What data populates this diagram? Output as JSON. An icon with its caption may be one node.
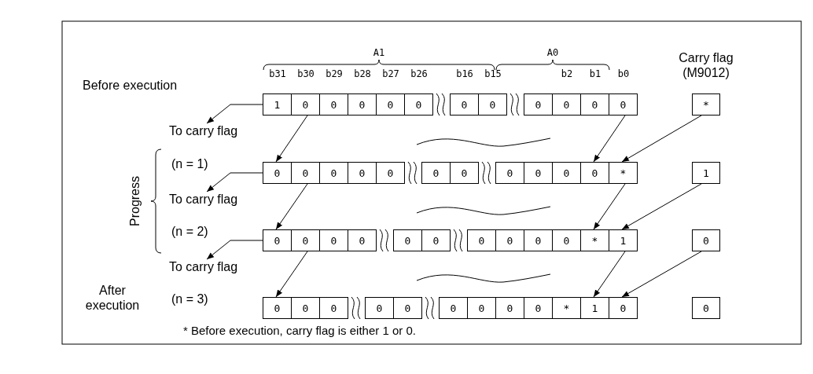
{
  "diagram": {
    "nodes": [
      {
        "text": [
          "1"
        ]
      },
      {
        "text": [
          "0"
        ]
      },
      {
        "text": [
          "0"
        ]
      },
      {
        "text": [
          "0"
        ]
      },
      {
        "text": [
          "0"
        ]
      },
      {
        "text": [
          "0"
        ]
      },
      {
        "text": [
          "0"
        ]
      },
      {
        "text": [
          "0"
        ]
      },
      {
        "text": [
          "0"
        ]
      },
      {
        "text": [
          "0"
        ]
      },
      {
        "text": [
          "0"
        ]
      },
      {
        "text": [
          "0"
        ]
      },
      {
        "text": [
          "*"
        ]
      },
      {
        "text": [
          "To carry flag"
        ]
      },
      {
        "text": [
          "0"
        ]
      },
      {
        "text": [
          "0"
        ]
      },
      {
        "text": [
          "0"
        ]
      },
      {
        "text": [
          "0"
        ]
      },
      {
        "text": [
          "0"
        ]
      },
      {
        "text": [
          "0"
        ]
      },
      {
        "text": [
          "0"
        ]
      },
      {
        "text": [
          "0"
        ]
      },
      {
        "text": [
          "0"
        ]
      },
      {
        "text": [
          "0"
        ]
      },
      {
        "text": [
          "0"
        ]
      },
      {
        "text": [
          "*"
        ]
      },
      {
        "text": [
          "1"
        ]
      },
      {
        "text": [
          "To carry flag"
        ]
      },
      {
        "text": [
          "0"
        ]
      },
      {
        "text": [
          "0"
        ]
      },
      {
        "text": [
          "0"
        ]
      },
      {
        "text": [
          "0"
        ]
      },
      {
        "text": [
          "0"
        ]
      },
      {
        "text": [
          "0"
        ]
      },
      {
        "text": [
          "0"
        ]
      },
      {
        "text": [
          "0"
        ]
      },
      {
        "text": [
          "0"
        ]
      },
      {
        "text": [
          "0"
        ]
      },
      {
        "text": [
          "*"
        ]
      },
      {
        "text": [
          "1"
        ]
      },
      {
        "text": [
          "0"
        ]
      },
      {
        "text": [
          "To carry flag"
        ]
      },
      {
        "text": [
          "0"
        ]
      },
      {
        "text": [
          "0"
        ]
      },
      {
        "text": [
          "0"
        ]
      },
      {
        "text": [
          "0"
        ]
      },
      {
        "text": [
          "0"
        ]
      },
      {
        "text": [
          "0"
        ]
      },
      {
        "text": [
          "0"
        ]
      },
      {
        "text": [
          "0"
        ]
      },
      {
        "text": [
          "0"
        ]
      },
      {
        "text": [
          "*"
        ]
      },
      {
        "text": [
          "1"
        ]
      },
      {
        "text": [
          "0"
        ]
      },
      {
        "text": [
          "0"
        ]
      }
    ],
    "edges": [
      {
        "from": 0,
        "to": 13,
        "arrow": "to"
      },
      {
        "from": 1,
        "to": 14,
        "arrow": "to"
      },
      {
        "from": 11,
        "to": 24,
        "arrow": "to"
      },
      {
        "from": 12,
        "to": 25,
        "arrow": "to"
      },
      {
        "from": 14,
        "to": 27,
        "arrow": "to"
      },
      {
        "from": 15,
        "to": 28,
        "arrow": "to"
      },
      {
        "from": 25,
        "to": 38,
        "arrow": "to"
      },
      {
        "from": 26,
        "to": 39,
        "arrow": "to"
      },
      {
        "from": 28,
        "to": 41,
        "arrow": "to"
      },
      {
        "from": 29,
        "to": 42,
        "arrow": "to"
      },
      {
        "from": 39,
        "to": 52,
        "arrow": "to"
      },
      {
        "from": 40,
        "to": 53,
        "arrow": "to"
      }
    ],
    "labels": [
      "A1",
      "A0",
      "b31",
      "b30",
      "b29",
      "b28",
      "b27",
      "b26",
      "b16",
      "b15",
      "b2",
      "b1",
      "b0",
      "Carry flag (M9012)",
      "Before execution",
      "(n = 1)",
      "Progress",
      "(n = 2)",
      "After execution",
      "(n = 3)",
      "* Before execution, carry flag is either 1 or 0."
    ]
  }
}
